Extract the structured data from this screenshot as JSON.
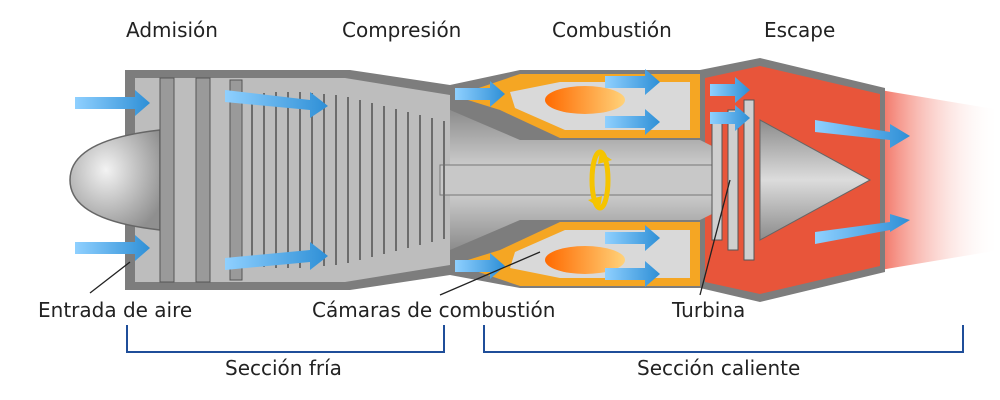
{
  "stages": {
    "intake": "Admisión",
    "compression": "Compresión",
    "combustion": "Combustión",
    "exhaust": "Escape"
  },
  "parts": {
    "air_inlet": "Entrada de aire",
    "combustion_chambers": "Cámaras de combustión",
    "turbine": "Turbina"
  },
  "sections": {
    "cold": "Sección fría",
    "hot": "Sección caliente"
  },
  "colors": {
    "airflow": "#2e8fd6",
    "bracket": "#1f4e99",
    "hot_section": "#e8553a",
    "combustor": "#f5a623",
    "engine_gray": "#a9a9a9"
  }
}
